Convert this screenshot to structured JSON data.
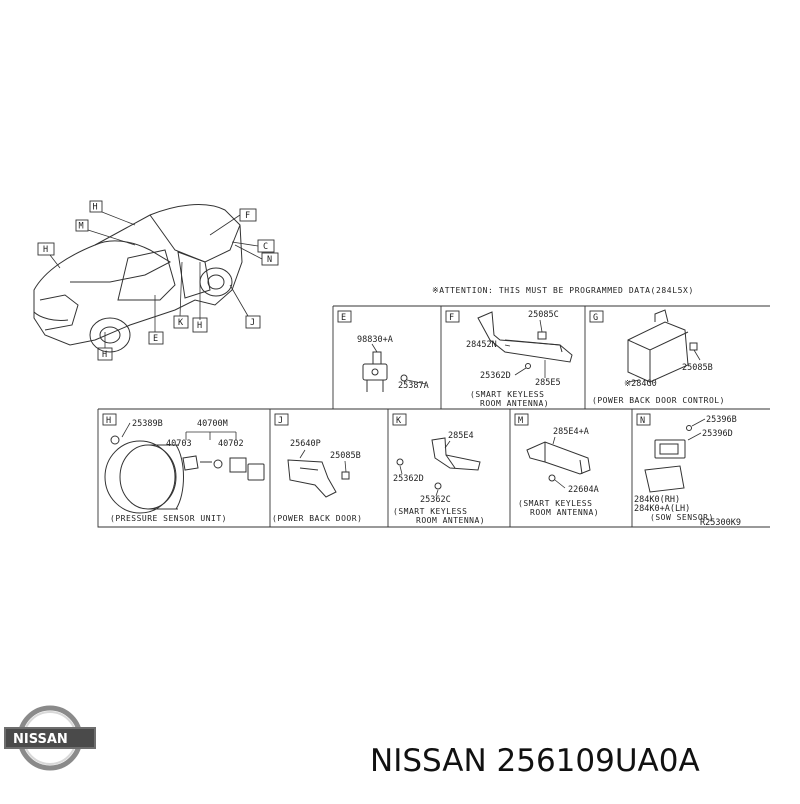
{
  "attention": "※ATTENTION: THIS MUST BE PROGRAMMED DATA(284L5X)",
  "car_callouts": [
    "H",
    "M",
    "F",
    "C",
    "N",
    "H",
    "K",
    "H",
    "J",
    "E",
    "H"
  ],
  "panels": {
    "E": {
      "letter": "E",
      "parts": [
        "98830+A",
        "25387A"
      ],
      "caption": []
    },
    "F": {
      "letter": "F",
      "parts": [
        "25085C",
        "28452N",
        "25362D",
        "285E5"
      ],
      "caption": [
        "(SMART KEYLESS",
        "ROOM ANTENNA)"
      ]
    },
    "G": {
      "letter": "G",
      "parts": [
        "25085B",
        "※284G0"
      ],
      "caption": [
        "(POWER BACK DOOR CONTROL)"
      ]
    },
    "H": {
      "letter": "H",
      "parts": [
        "25389B",
        "40700M",
        "40703",
        "40702"
      ],
      "caption": [
        "(PRESSURE SENSOR UNIT)"
      ]
    },
    "J": {
      "letter": "J",
      "parts": [
        "25640P",
        "25085B"
      ],
      "caption": [
        "(POWER BACK DOOR)"
      ]
    },
    "K": {
      "letter": "K",
      "parts": [
        "285E4",
        "25362D",
        "25362C"
      ],
      "caption": [
        "(SMART KEYLESS",
        "ROOM ANTENNA)"
      ]
    },
    "M": {
      "letter": "M",
      "parts": [
        "285E4+A",
        "22604A"
      ],
      "caption": [
        "(SMART KEYLESS",
        "ROOM ANTENNA)"
      ]
    },
    "N": {
      "letter": "N",
      "parts": [
        "25396B",
        "25396D",
        "284K0(RH)",
        "284K0+A(LH)"
      ],
      "caption": [
        "(SOW SENSOR)"
      ]
    }
  },
  "diagram_code": "R25300K9",
  "logo_text": "NISSAN",
  "title": "NISSAN 256109UA0A"
}
